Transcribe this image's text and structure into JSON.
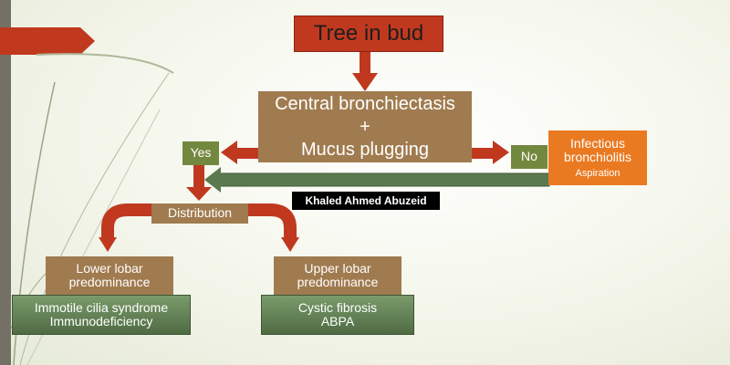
{
  "title": "Tree in bud",
  "central": {
    "line1": "Central bronchiectasis",
    "line2": "+",
    "line3": "Mucus plugging"
  },
  "yes_label": "Yes",
  "no_label": "No",
  "infectious": {
    "line1": "Infectious",
    "line2": "bronchiolitis",
    "line3": "Aspiration"
  },
  "author": "Khaled Ahmed Abuzeid",
  "distribution": "Distribution",
  "lower": {
    "line1": "Lower lobar",
    "line2": "predominance"
  },
  "upper": {
    "line1": "Upper lobar",
    "line2": "predominance"
  },
  "lower_causes": {
    "line1": "Immotile cilia syndrome",
    "line2": "Immunodeficiency"
  },
  "upper_causes": {
    "line1": "Cystic fibrosis",
    "line2": "ABPA"
  },
  "colors": {
    "box": "#a07b4f",
    "arrow": "#c0391f",
    "yes_no": "#73883f",
    "infectious": "#ea7a22",
    "causes": "#5f7d55"
  }
}
